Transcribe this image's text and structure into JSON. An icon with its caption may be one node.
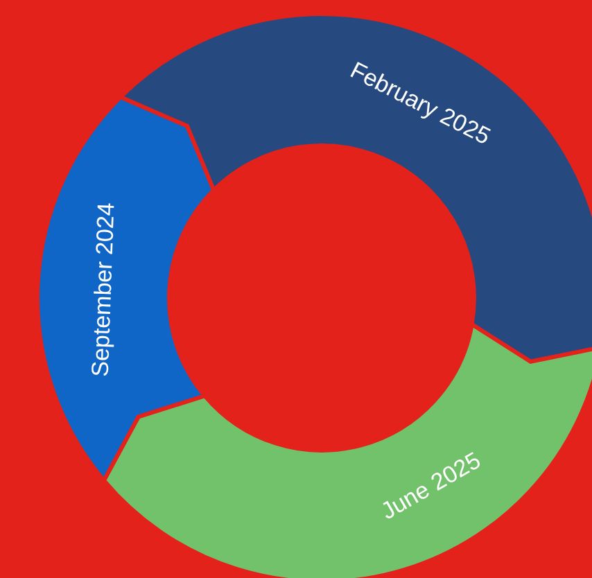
{
  "diagram": {
    "nodes": [
      {
        "text": [
          "September 2024"
        ]
      },
      {
        "text": [
          "February 2025"
        ]
      },
      {
        "text": [
          "June 2025"
        ]
      }
    ]
  }
}
